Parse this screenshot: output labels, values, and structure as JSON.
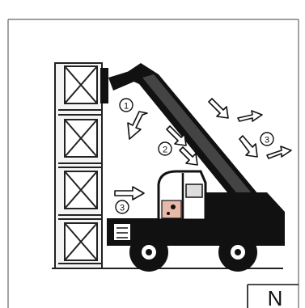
{
  "figure": {
    "step_markers": {
      "step1": "1",
      "step2": "2",
      "step3_left": "3",
      "step3_right": "3"
    },
    "page_tag": "N",
    "colors": {
      "ink": "#111111",
      "frame": "#777777",
      "paper": "#ffffff",
      "cab_tint": "#e8b8a8"
    }
  }
}
